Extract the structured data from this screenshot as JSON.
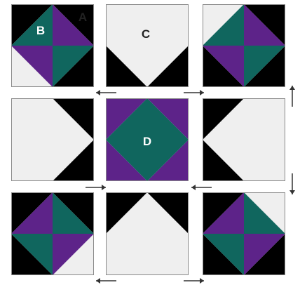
{
  "labels": {
    "a": "A",
    "b": "B",
    "c": "C",
    "d": "D"
  },
  "colors": {
    "teal": "#10665e",
    "purple": "#5d2389",
    "black": "#000000",
    "light": "#efefef",
    "outline": "#8a8a8a",
    "arrow": "#333333",
    "label_dark": "#222222",
    "label_light": "#ffffff"
  },
  "blocks": [
    {
      "name": "block-top-left",
      "type": "corner",
      "orient": 0,
      "diag": "purple-top",
      "labels": true
    },
    {
      "name": "block-top-center",
      "type": "side",
      "orient": 0
    },
    {
      "name": "block-top-right",
      "type": "corner",
      "orient": 1,
      "diag": "teal-top"
    },
    {
      "name": "block-middle-left",
      "type": "side",
      "orient": 3
    },
    {
      "name": "block-center",
      "type": "center"
    },
    {
      "name": "block-middle-right",
      "type": "side",
      "orient": 1
    },
    {
      "name": "block-bottom-left",
      "type": "corner",
      "orient": 3,
      "diag": "purple-top"
    },
    {
      "name": "block-bottom-center",
      "type": "side",
      "orient": 2
    },
    {
      "name": "block-bottom-right",
      "type": "corner",
      "orient": 2,
      "diag": "teal-top"
    }
  ],
  "arrows": [
    {
      "name": "arrow-top-left",
      "dir": "left"
    },
    {
      "name": "arrow-top-right",
      "dir": "right"
    },
    {
      "name": "arrow-middle-left",
      "dir": "right"
    },
    {
      "name": "arrow-middle-right",
      "dir": "left"
    },
    {
      "name": "arrow-bottom-left",
      "dir": "left"
    },
    {
      "name": "arrow-bottom-right",
      "dir": "right"
    },
    {
      "name": "arrow-right-up",
      "dir": "up"
    },
    {
      "name": "arrow-right-down",
      "dir": "down"
    }
  ]
}
